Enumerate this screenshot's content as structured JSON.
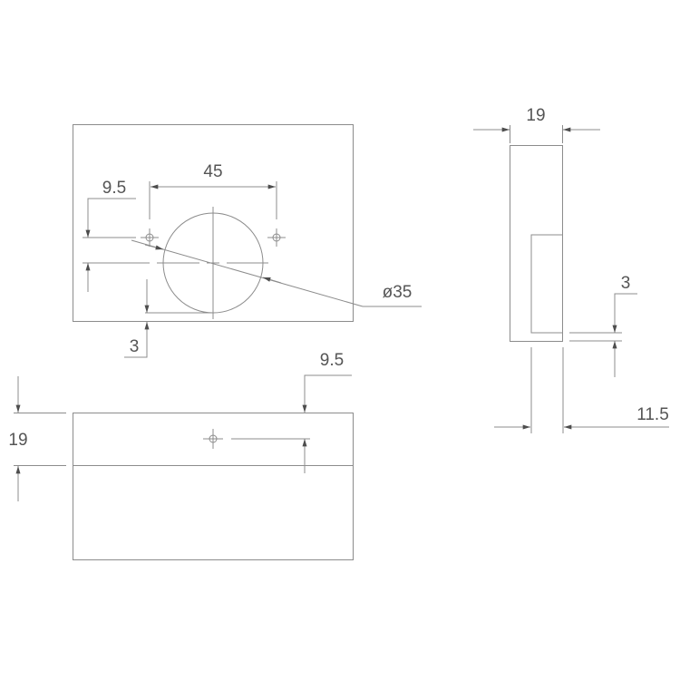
{
  "colors": {
    "line": "#8c8c8c",
    "arrow": "#4d4d4d",
    "text": "#555555",
    "background": "#ffffff"
  },
  "front_view": {
    "hole_spacing_label": "45",
    "hole_offset_label": "9.5",
    "diameter_label": "ø35",
    "edge_distance_label": "3"
  },
  "top_view": {
    "thickness_label": "19",
    "hole_depth_label": "9.5"
  },
  "side_view": {
    "width_label": "19",
    "lip_label": "3",
    "cup_depth_label": "11.5"
  }
}
